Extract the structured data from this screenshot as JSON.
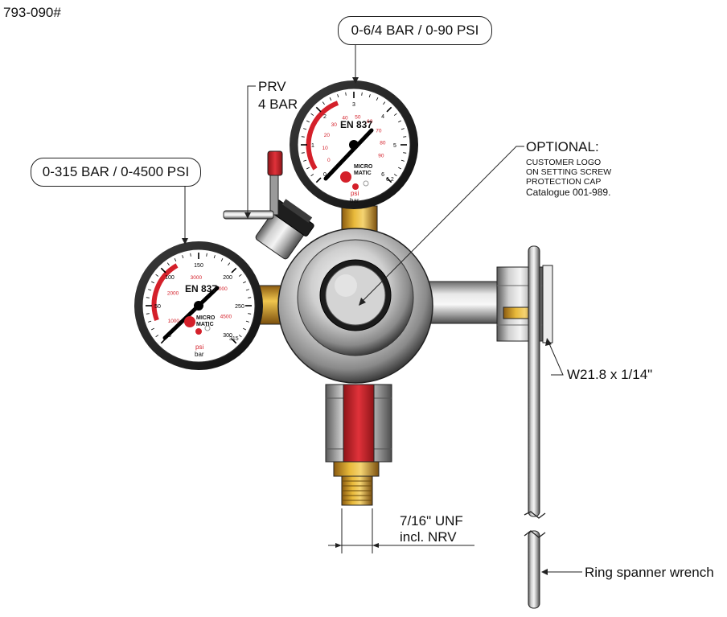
{
  "part_number": "793-090#",
  "callouts": {
    "low_gauge_range": "0-6/4 BAR / 0-90 PSI",
    "high_gauge_range": "0-315 BAR / 0-4500 PSI",
    "prv_line1": "PRV",
    "prv_line2": "4 BAR",
    "optional_title": "OPTIONAL:",
    "optional_line1": "CUSTOMER LOGO",
    "optional_line2": "ON SETTING SCREW",
    "optional_line3": "PROTECTION CAP",
    "optional_line4": "Catalogue 001-989.",
    "inlet_thread": "W21.8 x 1/14\"",
    "outlet_line1": "7/16\" UNF",
    "outlet_line2": "incl. NRV",
    "wrench": "Ring spanner wrench"
  },
  "gauges": {
    "low": {
      "brand_line1": "MICRO",
      "brand_line2": "MATIC",
      "standard": "EN 837",
      "unit_top": "psi",
      "unit_bottom": "bar",
      "bar_scale": [
        "0",
        "1",
        "2",
        "3",
        "4",
        "5",
        "6"
      ],
      "psi_scale": [
        "0",
        "10",
        "20",
        "30",
        "40",
        "50",
        "60",
        "70",
        "80",
        "90"
      ],
      "extra_label": "6.2"
    },
    "high": {
      "brand_line1": "MICRO",
      "brand_line2": "MATIC",
      "standard": "EN 837",
      "unit_top": "psi",
      "unit_bottom": "bar",
      "bar_scale": [
        "0",
        "50",
        "100",
        "150",
        "200",
        "250",
        "300"
      ],
      "psi_scale": [
        "1000",
        "2000",
        "3000",
        "4000",
        "4500"
      ],
      "extra_label": "315"
    }
  },
  "colors": {
    "line": "#222222",
    "gauge_red": "#d4202a",
    "brass": "#d9a520",
    "steel_dark": "#6e6e6e",
    "steel_light": "#f0f0f0"
  }
}
